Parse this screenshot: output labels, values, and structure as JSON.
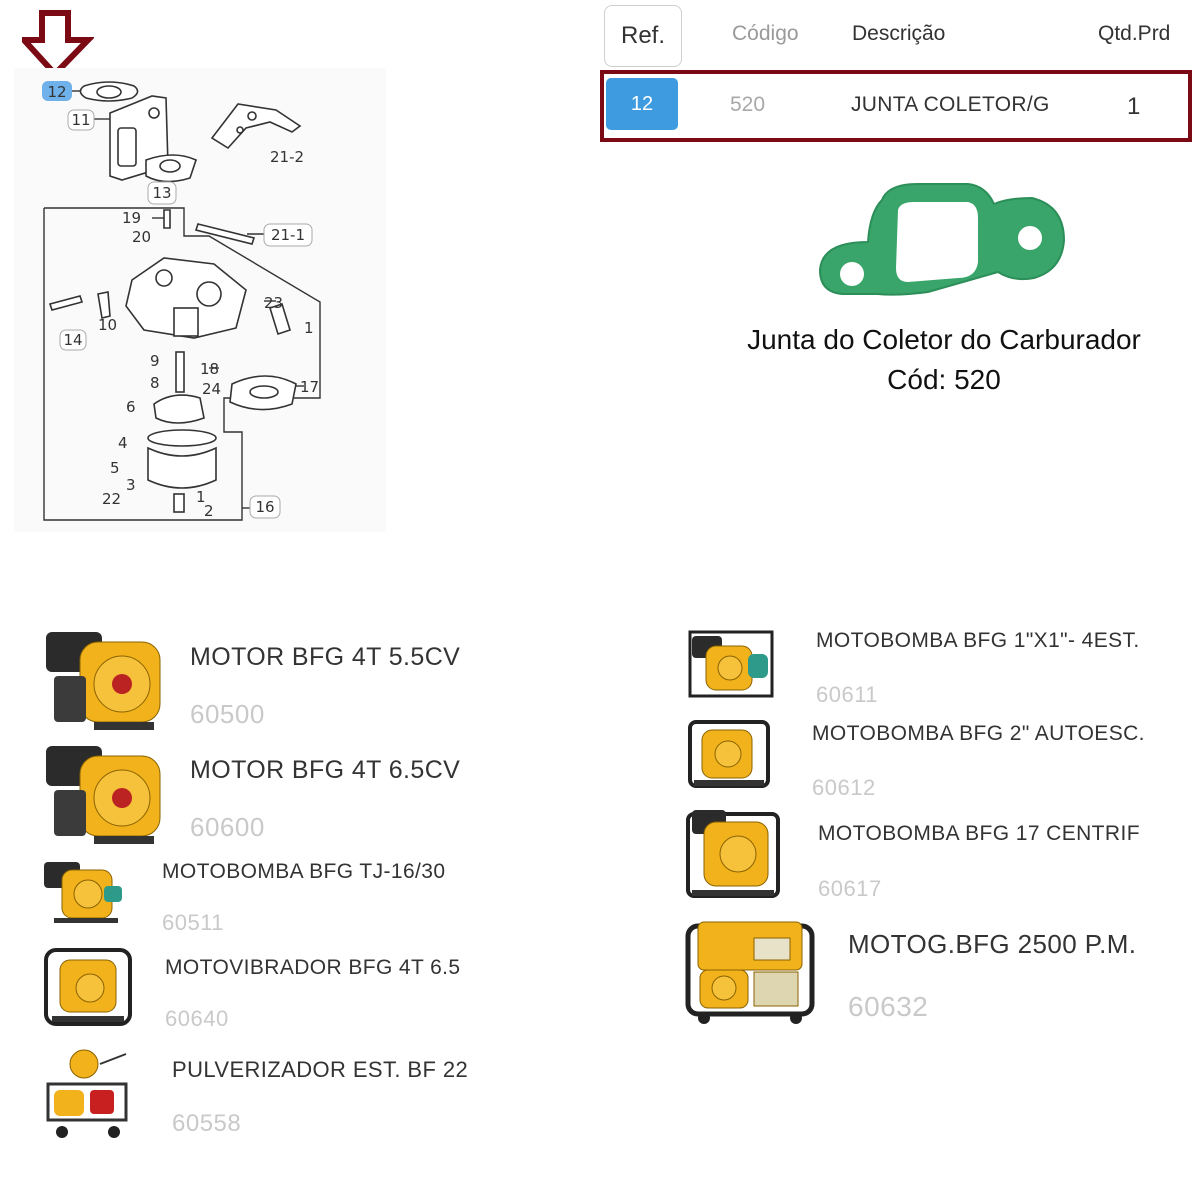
{
  "diagram": {
    "highlighted_ref": "12",
    "callouts": [
      "12",
      "11",
      "21-2",
      "13",
      "19",
      "20",
      "21-1",
      "23",
      "1",
      "10",
      "14",
      "9",
      "18",
      "8",
      "24",
      "17",
      "6",
      "4",
      "5",
      "3",
      "22",
      "1",
      "2",
      "16"
    ]
  },
  "table": {
    "headers": {
      "ref": "Ref.",
      "codigo": "Código",
      "descricao": "Descrição",
      "qtd": "Qtd.Prd"
    },
    "row": {
      "ref": "12",
      "codigo": "520",
      "descricao": "JUNTA COLETOR/G",
      "qtd": "1"
    }
  },
  "part": {
    "caption_line1": "Junta do Coletor do Carburador",
    "caption_line2": "Cód: 520",
    "gasket_color": "#3aa56a"
  },
  "colors": {
    "accent_border": "#7c0a14",
    "ref_badge": "#3e9be0",
    "machine_yellow": "#f2b21b"
  },
  "products": [
    {
      "name": "MOTOR BFG 4T 5.5CV",
      "code": "60500",
      "icon": "engine-image"
    },
    {
      "name": "MOTOR BFG 4T 6.5CV",
      "code": "60600",
      "icon": "engine-image"
    },
    {
      "name": "MOTOBOMBA BFG TJ-16/30",
      "code": "60511",
      "icon": "pump-image"
    },
    {
      "name": "MOTOVIBRADOR BFG 4T 6.5",
      "code": "60640",
      "icon": "vibrator-image"
    },
    {
      "name": "PULVERIZADOR EST. BF 22",
      "code": "60558",
      "icon": "sprayer-image"
    },
    {
      "name": "MOTOBOMBA BFG 1\"X1\"- 4EST.",
      "code": "60611",
      "icon": "pump-image"
    },
    {
      "name": "MOTOBOMBA BFG 2\" AUTOESC.",
      "code": "60612",
      "icon": "pump-image"
    },
    {
      "name": "MOTOBOMBA BFG 17 CENTRIF",
      "code": "60617",
      "icon": "pump-image"
    },
    {
      "name": "MOTOG.BFG 2500 P.M.",
      "code": "60632",
      "icon": "generator-image"
    }
  ]
}
